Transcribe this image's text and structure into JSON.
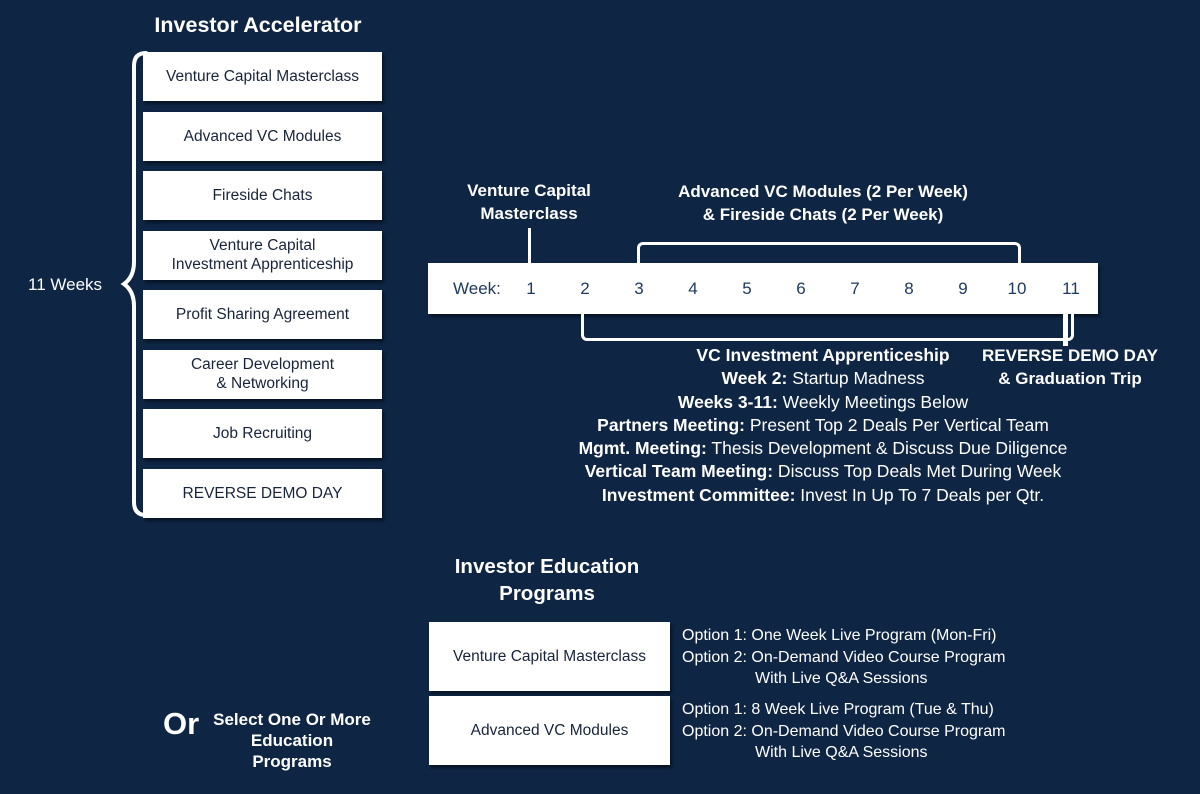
{
  "colors": {
    "background": "#0E2544",
    "box_fill": "#FFFFFF",
    "box_text": "#18243A",
    "week_text": "#1F3A60",
    "heading_text": "#FFFFFF"
  },
  "accelerator": {
    "title": "Investor Accelerator",
    "duration_label": "11 Weeks",
    "programs": [
      {
        "label": "Venture Capital Masterclass"
      },
      {
        "label": "Advanced VC Modules"
      },
      {
        "label": "Fireside Chats"
      },
      {
        "label": "Venture Capital\nInvestment Apprenticeship"
      },
      {
        "label": "Profit Sharing Agreement"
      },
      {
        "label": "Career Development\n& Networking"
      },
      {
        "label": "Job Recruiting"
      },
      {
        "label": "REVERSE DEMO DAY"
      }
    ]
  },
  "timeline": {
    "masterclass_label": "Venture Capital\nMasterclass",
    "modules_label": "Advanced VC Modules (2 Per Week)\n& Fireside Chats (2 Per Week)",
    "week_label": "Week:",
    "weeks": [
      "1",
      "2",
      "3",
      "4",
      "5",
      "6",
      "7",
      "8",
      "9",
      "10",
      "11"
    ],
    "apprenticeship": {
      "lines": [
        {
          "bold": "VC Investment Apprenticeship",
          "rest": ""
        },
        {
          "bold": "Week 2:",
          "rest": " Startup Madness"
        },
        {
          "bold": "Weeks 3-11:",
          "rest": " Weekly Meetings Below"
        },
        {
          "bold": "Partners Meeting:",
          "rest": " Present Top 2 Deals Per Vertical Team"
        },
        {
          "bold": "Mgmt. Meeting:",
          "rest": " Thesis Development & Discuss Due Diligence"
        },
        {
          "bold": "Vertical Team Meeting:",
          "rest": " Discuss Top Deals Met During Week"
        },
        {
          "bold": "Investment Committee:",
          "rest": " Invest In Up To 7 Deals per Qtr."
        }
      ]
    },
    "reverse_demo_label": "REVERSE DEMO DAY\n& Graduation Trip"
  },
  "education": {
    "title": "Investor Education\nPrograms",
    "or_label": "Or",
    "select_label": "Select One Or More\nEducation Programs",
    "programs": [
      {
        "name": "Venture Capital Masterclass",
        "options": [
          "Option 1: One Week Live Program (Mon-Fri)",
          "Option 2: On-Demand Video Course Program"
        ],
        "option_note": "With Live Q&A Sessions"
      },
      {
        "name": "Advanced VC Modules",
        "options": [
          "Option 1: 8 Week Live Program (Tue & Thu)",
          "Option 2: On-Demand Video Course Program"
        ],
        "option_note": "With Live Q&A Sessions"
      }
    ]
  }
}
